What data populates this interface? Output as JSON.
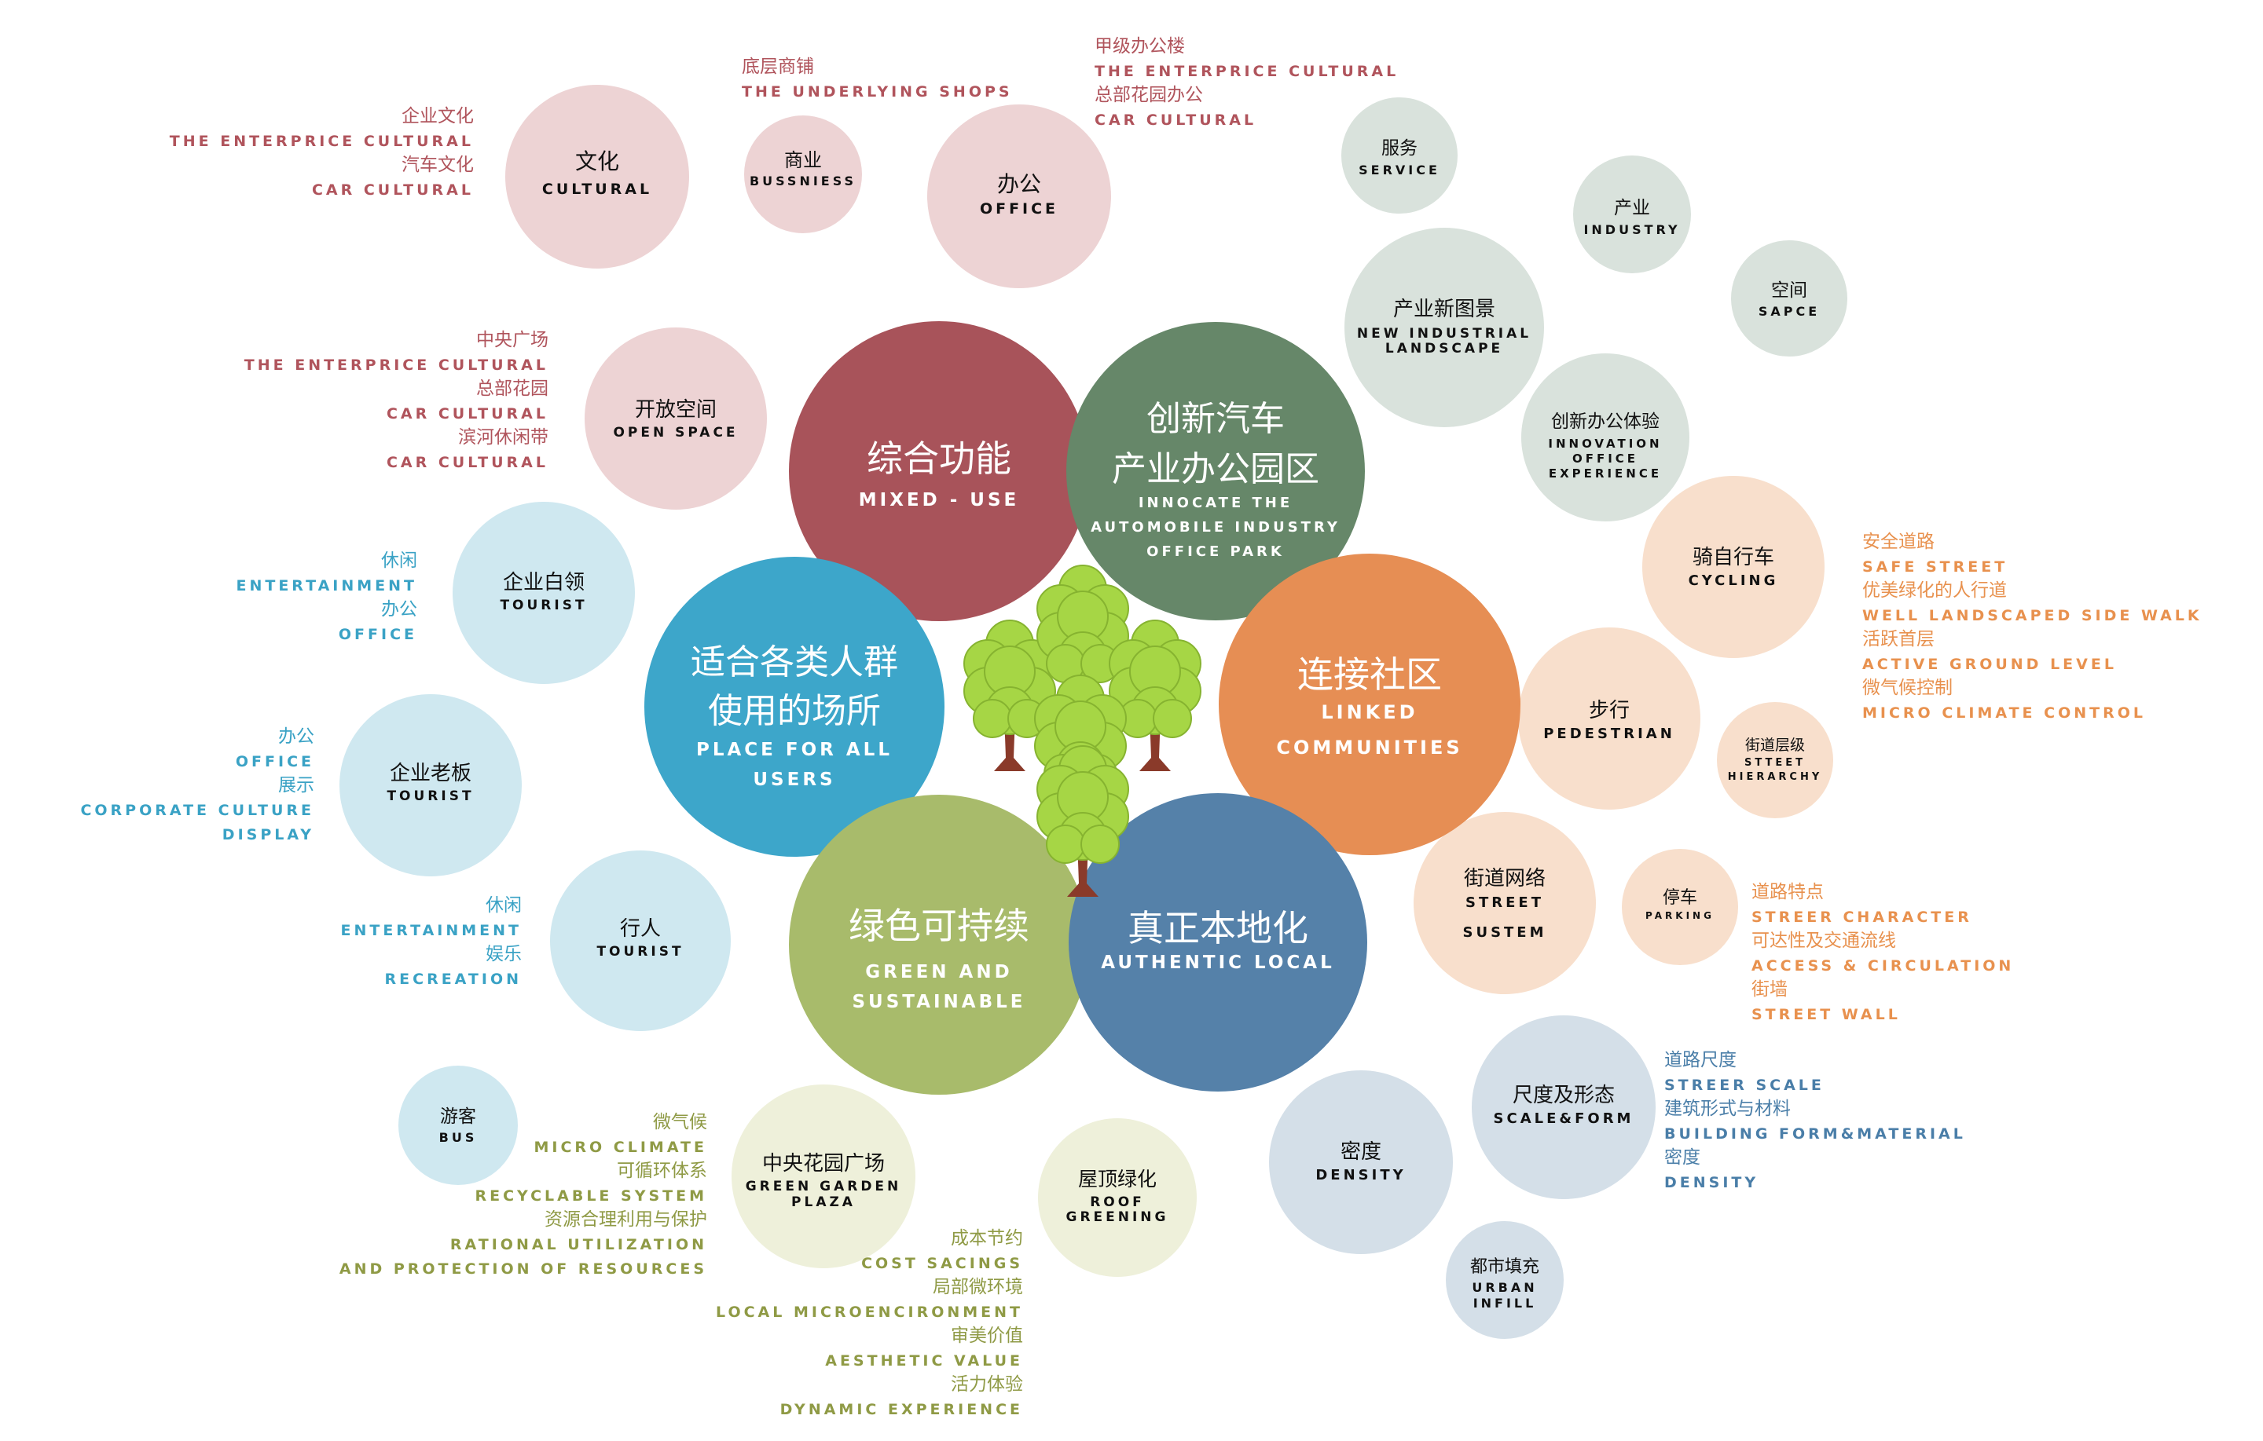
{
  "colors": {
    "red_text": "#b0545c",
    "blue_text": "#3aa2c5",
    "green_text": "#8f9a45",
    "orange_text": "#e8914e",
    "navy_text": "#4a7ea8",
    "pink_bubble": "#edd3d4",
    "lightblue_bubble": "#cfe8f0",
    "sage_bubble": "#d9e2dc",
    "peach_bubble": "#f8dfcc",
    "cream_bubble": "#eef0da",
    "steel_bubble": "#d4dfe8",
    "mixed_use": "#a8535a",
    "innovation": "#668769",
    "linked": "#e68e54",
    "place_users": "#3da6ca",
    "green_sust": "#a8bb6b",
    "authentic": "#5581a9",
    "tree": "#a6d645"
  },
  "core": {
    "mixed": {
      "cn": "综合功能",
      "en": "MIXED - USE"
    },
    "innov": {
      "cn1": "创新汽车",
      "cn2": "产业办公园区",
      "en1": "INNOCATE THE",
      "en2": "AUTOMOBILE INDUSTRY",
      "en3": "OFFICE PARK"
    },
    "linked": {
      "cn": "连接社区",
      "en1": "LINKED",
      "en2": "COMMUNITIES"
    },
    "place": {
      "cn1": "适合各类人群",
      "cn2": "使用的场所",
      "en1": "PLACE FOR ALL",
      "en2": "USERS"
    },
    "green": {
      "cn": "绿色可持续",
      "en1": "GREEN AND",
      "en2": "SUSTAINABLE"
    },
    "local": {
      "cn": "真正本地化",
      "en": "AUTHENTIC LOCAL"
    }
  },
  "bubbles": {
    "culture": {
      "cn": "文化",
      "en": "CULTURAL"
    },
    "business": {
      "cn": "商业",
      "en": "BUSSNIESS"
    },
    "office": {
      "cn": "办公",
      "en": "OFFICE"
    },
    "service": {
      "cn": "服务",
      "en": "SERVICE"
    },
    "industry": {
      "cn": "产业",
      "en": "INDUSTRY"
    },
    "space": {
      "cn": "空间",
      "en": "SAPCE"
    },
    "landscape": {
      "cn": "产业新图景",
      "en1": "NEW INDUSTRIAL",
      "en2": "LANDSCAPE"
    },
    "innov_office": {
      "cn": "创新办公体验",
      "en1": "INNOVATION",
      "en2": "OFFICE",
      "en3": "EXPERIENCE"
    },
    "open_space": {
      "cn": "开放空间",
      "en": "OPEN SPACE"
    },
    "white_collar": {
      "cn": "企业白领",
      "en": "TOURIST"
    },
    "boss": {
      "cn": "企业老板",
      "en": "TOURIST"
    },
    "pedestrian_visitor": {
      "cn": "行人",
      "en": "TOURIST"
    },
    "bus": {
      "cn": "游客",
      "en": "BUS"
    },
    "cycling": {
      "cn": "骑自行车",
      "en": "CYCLING"
    },
    "walk": {
      "cn": "步行",
      "en": "PEDESTRIAN"
    },
    "hierarchy": {
      "cn": "街道层级",
      "en1": "STTEET",
      "en2": "HIERARCHY"
    },
    "network": {
      "cn": "街道网络",
      "en1": "STREET",
      "en2": "SUSTEM"
    },
    "parking": {
      "cn": "停车",
      "en": "PARKING"
    },
    "scale": {
      "cn": "尺度及形态",
      "en": "SCALE&FORM"
    },
    "density": {
      "cn": "密度",
      "en": "DENSITY"
    },
    "infill": {
      "cn": "都市填充",
      "en1": "URBAN",
      "en2": "INFILL"
    },
    "garden_plaza": {
      "cn": "中央花园广场",
      "en1": "GREEN GARDEN",
      "en2": "PLAZA"
    },
    "roof": {
      "cn": "屋顶绿化",
      "en1": "ROOF",
      "en2": "GREENING"
    }
  },
  "labels": {
    "culture": [
      "企业文化",
      "THE ENTERPRICE CULTURAL",
      "汽车文化",
      "CAR CULTURAL"
    ],
    "business": [
      "底层商铺",
      "THE UNDERLYING SHOPS"
    ],
    "office": [
      "甲级办公楼",
      "THE ENTERPRICE CULTURAL",
      "总部花园办公",
      "CAR CULTURAL"
    ],
    "open_space": [
      "中央广场",
      "THE ENTERPRICE CULTURAL",
      "总部花园",
      "CAR CULTURAL",
      "滨河休闲带",
      "CAR CULTURAL"
    ],
    "white_collar": [
      "休闲",
      "ENTERTAINMENT",
      "办公",
      "OFFICE"
    ],
    "boss": [
      "办公",
      "OFFICE",
      "展示",
      "CORPORATE CULTURE",
      "DISPLAY"
    ],
    "pedestrian_visitor": [
      "休闲",
      "ENTERTAINMENT",
      "娱乐",
      "RECREATION"
    ],
    "bus": [
      "微气候",
      "MICRO CLIMATE",
      "可循环体系",
      "RECYCLABLE SYSTEM",
      "资源合理利用与保护",
      "RATIONAL UTILIZATION",
      "AND PROTECTION OF RESOURCES"
    ],
    "roof": [
      "成本节约",
      "COST SACINGS",
      "局部微环境",
      "LOCAL MICROENCIRONMENT",
      "审美价值",
      "AESTHETIC VALUE",
      "活力体验",
      "DYNAMIC EXPERIENCE"
    ],
    "cycling": [
      "安全道路",
      "SAFE STREET",
      "优美绿化的人行道",
      "WELL LANDSCAPED SIDE WALK",
      "活跃首层",
      "ACTIVE GROUND LEVEL",
      "微气候控制",
      "MICRO CLIMATE CONTROL"
    ],
    "parking": [
      "道路特点",
      "STREER CHARACTER",
      "可达性及交通流线",
      "ACCESS & CIRCULATION",
      "街墙",
      "STREET WALL"
    ],
    "scale": [
      "道路尺度",
      "STREER SCALE",
      "建筑形式与材料",
      "BUILDING FORM&MATERIAL",
      "密度",
      "DENSITY"
    ]
  }
}
